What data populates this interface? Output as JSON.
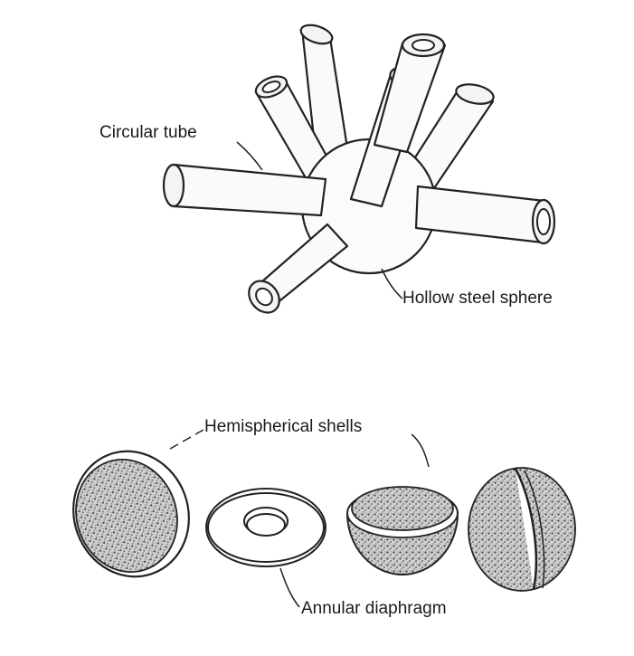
{
  "figure": {
    "labels": {
      "circular_tube": "Circular tube",
      "hollow_steel_sphere": "Hollow steel sphere",
      "hemispherical_shells": "Hemispherical shells",
      "annular_diaphragm": "Annular diaphragm"
    }
  }
}
